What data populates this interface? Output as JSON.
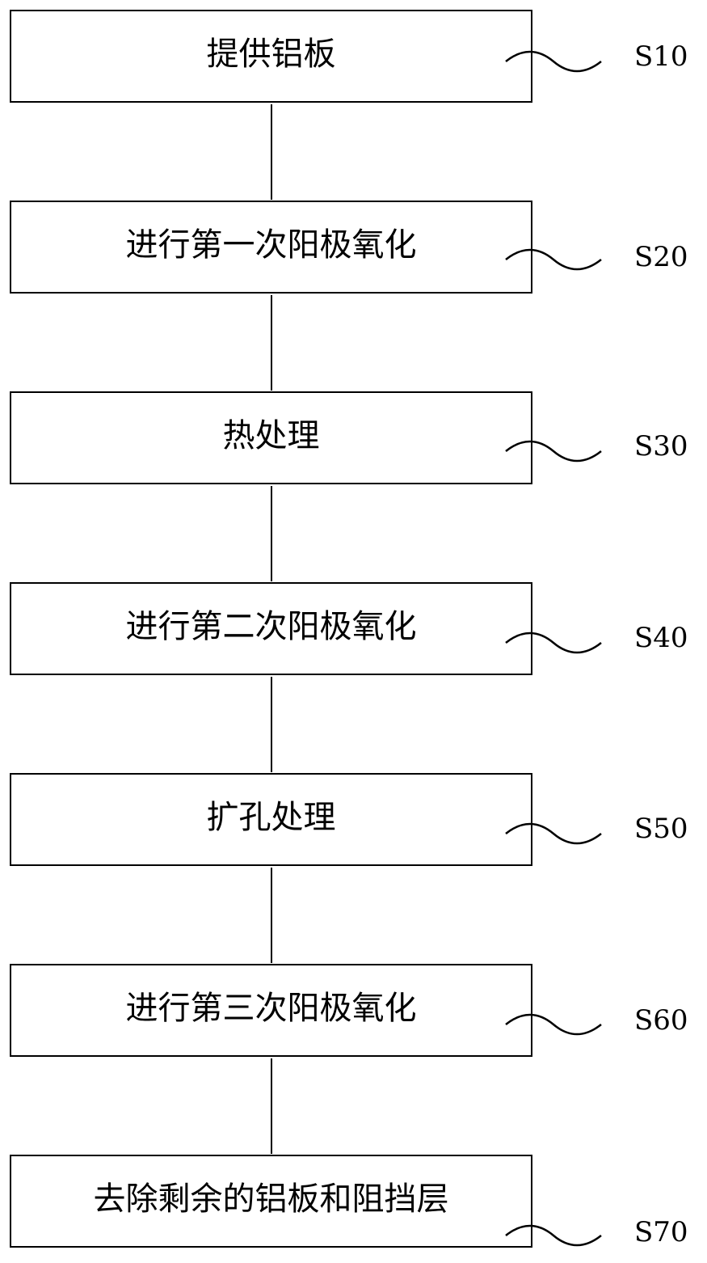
{
  "steps": [
    {
      "id": "S10",
      "label": "提供铝板"
    },
    {
      "id": "S20",
      "label": "进行第一次阳极氧化"
    },
    {
      "id": "S30",
      "label": "热处理"
    },
    {
      "id": "S40",
      "label": "进行第二次阳极氧化"
    },
    {
      "id": "S50",
      "label": "扩孔处理"
    },
    {
      "id": "S60",
      "label": "进行第三次阳极氧化"
    },
    {
      "id": "S70",
      "label": "去除剩余的铝板和阻挡层"
    }
  ],
  "colors": {
    "stroke": "#000000",
    "background": "#ffffff",
    "text": "#000000"
  }
}
